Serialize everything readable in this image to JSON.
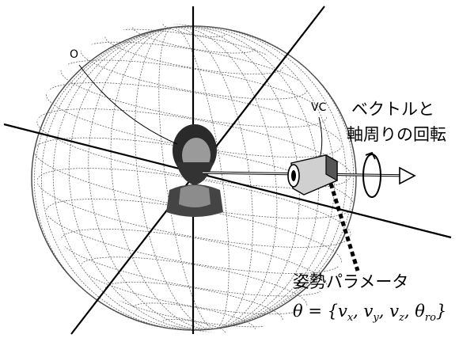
{
  "labels": {
    "origin": "O",
    "virtual_camera": "VC",
    "rotation_line1": "ベクトルと",
    "rotation_line2": "軸周りの回転",
    "pose_title": "姿勢パラメータ",
    "pose_formula": "θ = {vx, vy, vz, θro}"
  },
  "colors": {
    "ink": "#000000",
    "grid": "#555555",
    "head": "#2a2a2a"
  },
  "icons": {
    "head": "human-head-figure",
    "camera": "virtual-camera-box",
    "rotation": "circular-rotation-arrow"
  }
}
